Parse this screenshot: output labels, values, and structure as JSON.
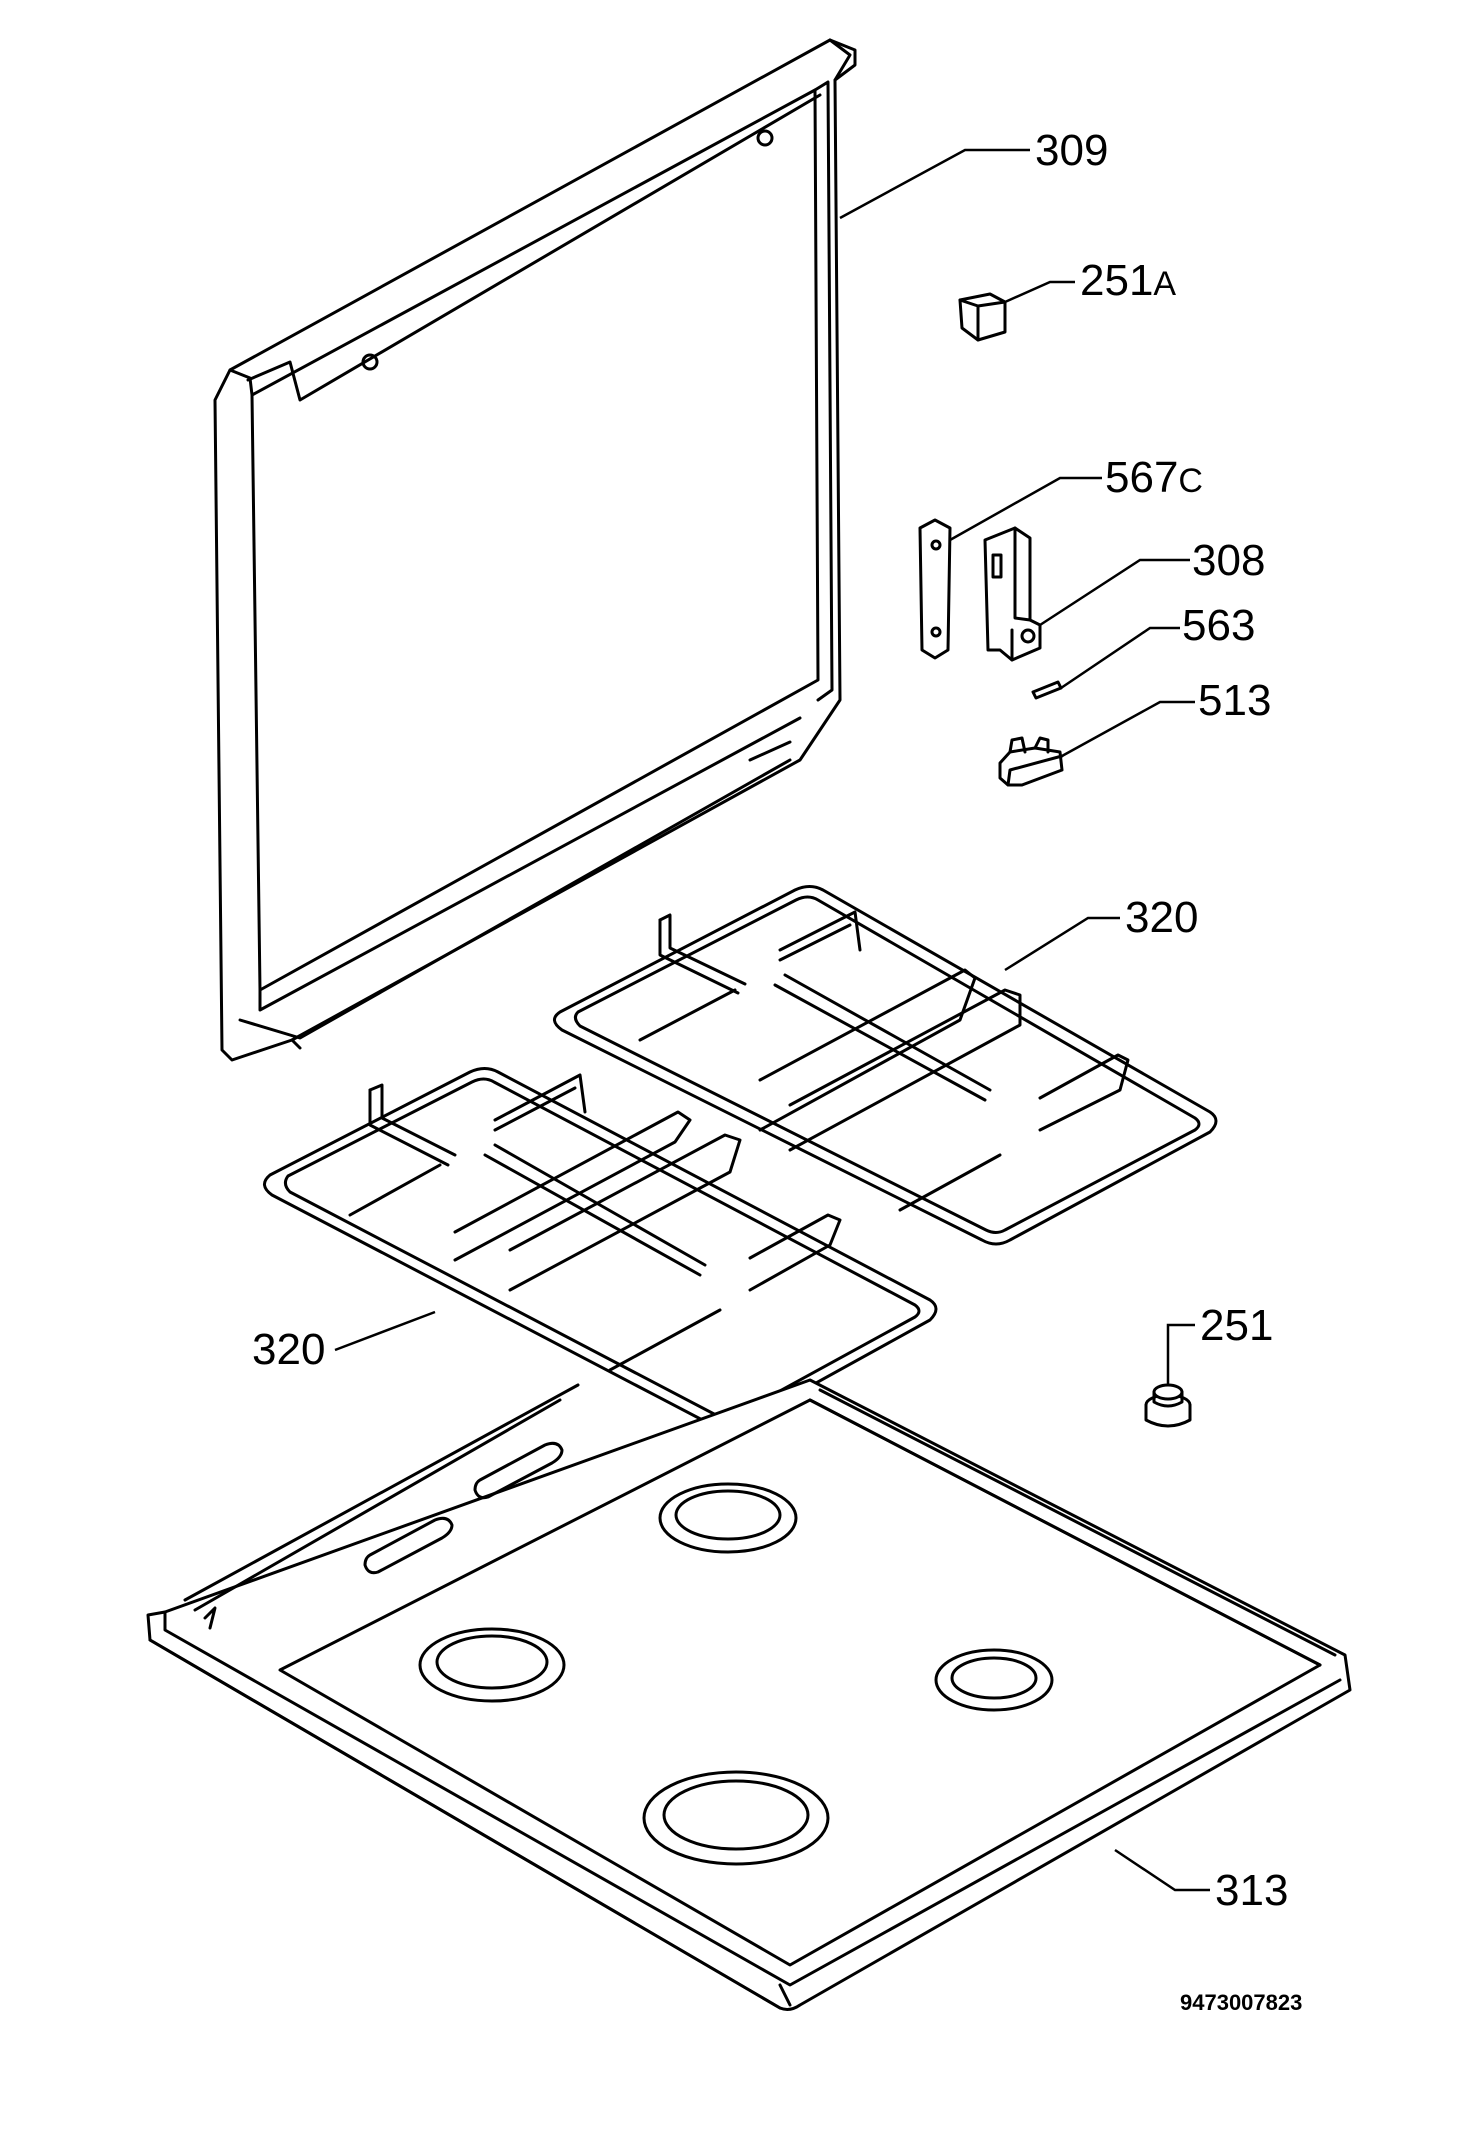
{
  "diagram": {
    "callouts": [
      {
        "id": "309",
        "number": "309",
        "suffix": ""
      },
      {
        "id": "251A",
        "number": "251",
        "suffix": "A"
      },
      {
        "id": "567C",
        "number": "567",
        "suffix": "C"
      },
      {
        "id": "308",
        "number": "308",
        "suffix": ""
      },
      {
        "id": "563",
        "number": "563",
        "suffix": ""
      },
      {
        "id": "513",
        "number": "513",
        "suffix": ""
      },
      {
        "id": "320a",
        "number": "320",
        "suffix": ""
      },
      {
        "id": "320b",
        "number": "320",
        "suffix": ""
      },
      {
        "id": "251",
        "number": "251",
        "suffix": ""
      },
      {
        "id": "313",
        "number": "313",
        "suffix": ""
      }
    ],
    "document_number": "9473007823"
  }
}
